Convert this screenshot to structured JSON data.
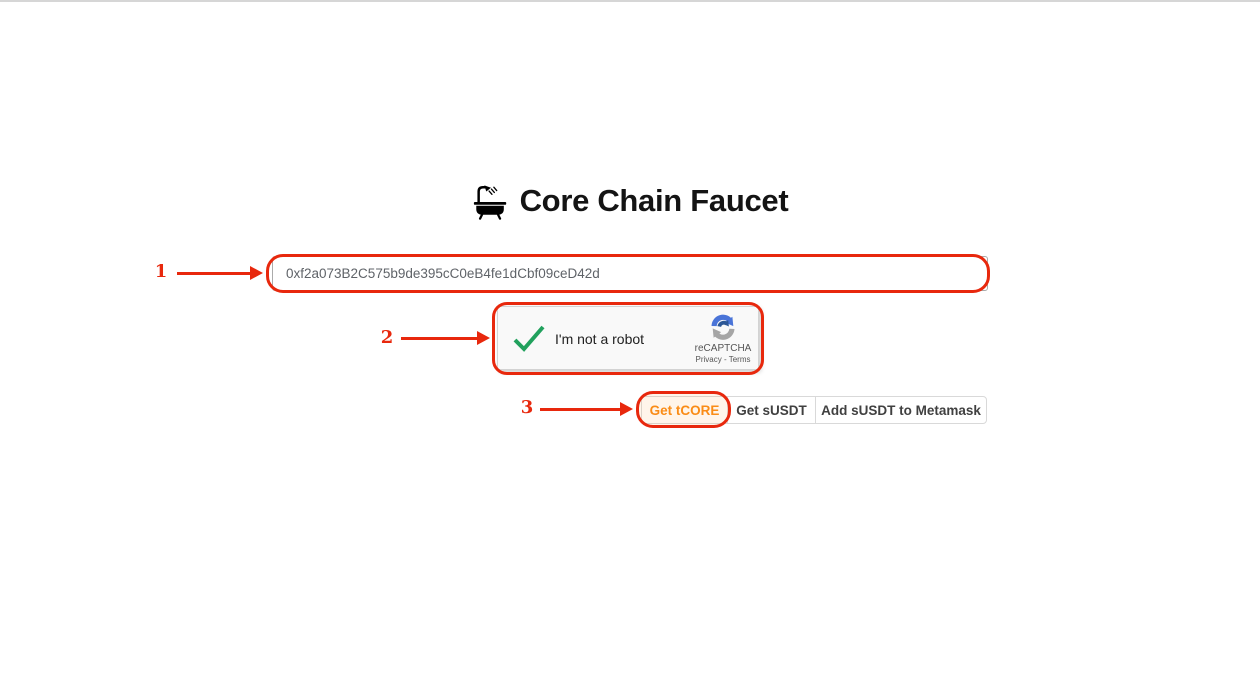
{
  "header": {
    "title": "Core Chain Faucet",
    "icon": "bathtub-shower-icon"
  },
  "form": {
    "address_input": {
      "value": "0xf2a073B2C575b9de395cC0eB4fe1dCbf09ceD42d"
    },
    "recaptcha": {
      "checked": true,
      "checkbox_label": "I'm not a robot",
      "brand": "reCAPTCHA",
      "links": "Privacy - Terms"
    },
    "buttons": [
      {
        "label": "Get tCORE"
      },
      {
        "label": "Get sUSDT"
      },
      {
        "label": "Add sUSDT to Metamask"
      }
    ]
  },
  "annotations": {
    "steps": [
      {
        "number": "1"
      },
      {
        "number": "2"
      },
      {
        "number": "3"
      }
    ]
  },
  "colors": {
    "annotation_red": "#e8280d",
    "accent_orange": "#fa8c16",
    "recaptcha_green": "#21a15d",
    "recaptcha_blue": "#4a74d8",
    "recaptcha_gray": "#a6a6a6"
  }
}
